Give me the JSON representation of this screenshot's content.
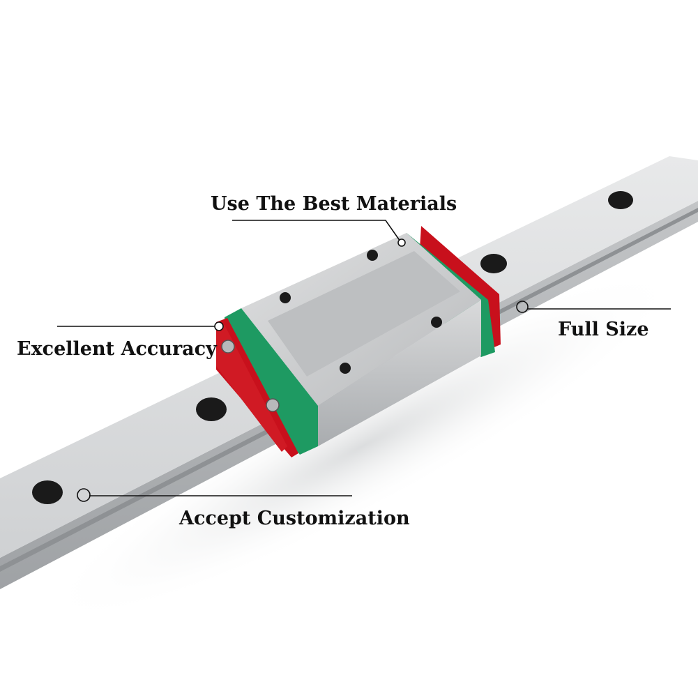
{
  "callouts": {
    "materials": "Use The Best Materials",
    "accuracy": "Excellent Accuracy",
    "full_size": "Full Size",
    "customization": "Accept Customization"
  },
  "colors": {
    "rail": "#d2d4d6",
    "block": "#c9cbcd",
    "seal_green": "#1e9a62",
    "end_cap_red": "#c8101c",
    "leader_line": "#111111"
  }
}
